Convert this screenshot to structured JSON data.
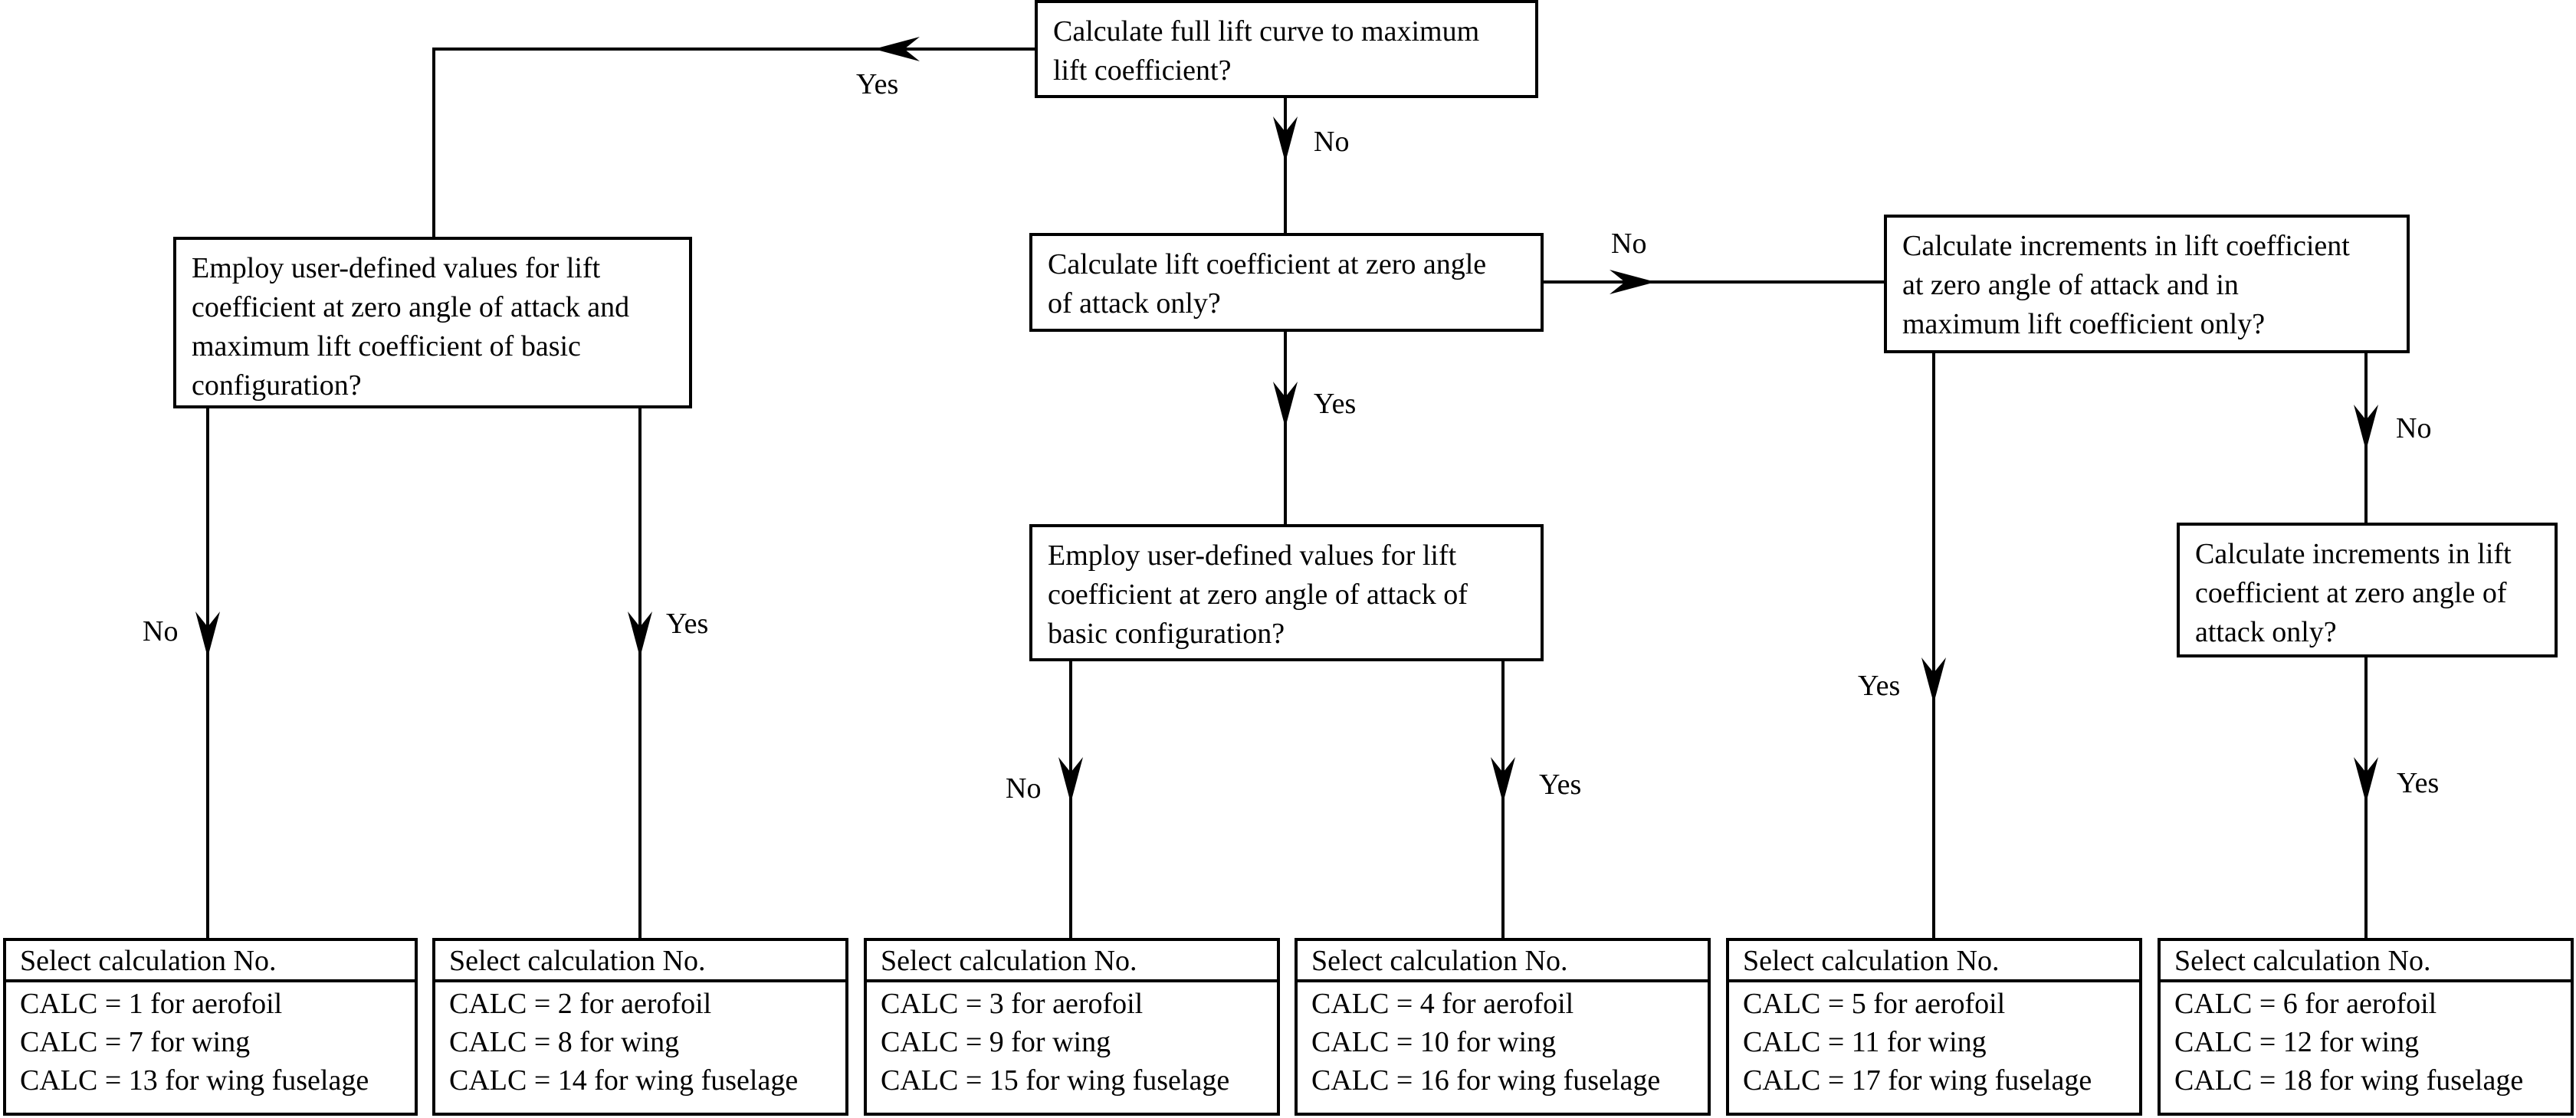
{
  "decisions": {
    "full_lift_curve": "Calculate full lift curve to maximum\nlift coefficient?",
    "user_defined_basic": "Employ user-defined values for lift\ncoefficient at zero angle of attack and\nmaximum lift coefficient of basic\nconfiguration?",
    "zero_alpha_only": "Calculate lift coefficient at zero angle\nof attack only?",
    "user_defined_zero_alpha": "Employ user-defined values for lift\ncoefficient at zero angle of attack of\nbasic configuration?",
    "increments_both": "Calculate increments in lift coefficient\nat zero angle of attack and in\nmaximum lift coefficient only?",
    "increments_zero_alpha": "Calculate increments in lift\ncoefficient at zero angle of\nattack only?"
  },
  "labels": {
    "yes": "Yes",
    "no": "No"
  },
  "results": [
    {
      "heading": "Select calculation No.",
      "lines": [
        "CALC = 1 for aerofoil",
        "CALC = 7 for wing",
        "CALC = 13 for wing fuselage"
      ]
    },
    {
      "heading": "Select calculation No.",
      "lines": [
        "CALC = 2 for aerofoil",
        "CALC = 8 for wing",
        "CALC = 14 for wing fuselage"
      ]
    },
    {
      "heading": "Select calculation No.",
      "lines": [
        "CALC = 3 for aerofoil",
        "CALC = 9 for wing",
        "CALC = 15 for wing fuselage"
      ]
    },
    {
      "heading": "Select calculation No.",
      "lines": [
        "CALC = 4 for aerofoil",
        "CALC = 10 for wing",
        "CALC = 16 for wing fuselage"
      ]
    },
    {
      "heading": "Select calculation No.",
      "lines": [
        "CALC = 5 for aerofoil",
        "CALC = 11 for wing",
        "CALC = 17 for wing fuselage"
      ]
    },
    {
      "heading": "Select calculation No.",
      "lines": [
        "CALC = 6 for aerofoil",
        "CALC = 12 for wing",
        "CALC = 18 for wing fuselage"
      ]
    }
  ]
}
